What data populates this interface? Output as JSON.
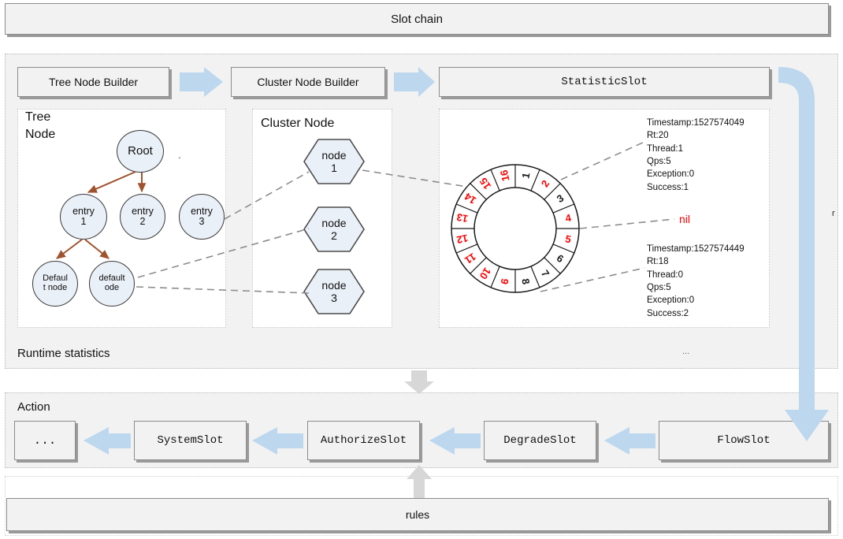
{
  "header": {
    "title": "Slot chain"
  },
  "pipeline": {
    "builders": [
      {
        "label": "Tree Node Builder"
      },
      {
        "label": "Cluster Node Builder"
      },
      {
        "label": "StatisticSlot"
      }
    ]
  },
  "runtime": {
    "section_label": "Runtime statistics",
    "ellipsis": "...",
    "tree": {
      "title_line1": "Tree",
      "title_line2": "Node",
      "dot": ".",
      "nodes": [
        {
          "id": "root",
          "line1": "Root",
          "line2": ""
        },
        {
          "id": "entry1",
          "line1": "entry",
          "line2": "1"
        },
        {
          "id": "entry2",
          "line1": "entry",
          "line2": "2"
        },
        {
          "id": "entry3",
          "line1": "entry",
          "line2": "3"
        },
        {
          "id": "defaultnode1",
          "line1": "Defaul",
          "line2": "t node"
        },
        {
          "id": "defaultnode2",
          "line1": "default",
          "line2": "ode"
        }
      ]
    },
    "cluster": {
      "title": "Cluster Node",
      "nodes": [
        {
          "line1": "node",
          "line2": "1"
        },
        {
          "line1": "node",
          "line2": "2"
        },
        {
          "line1": "node",
          "line2": "3"
        }
      ]
    },
    "ring": {
      "segments": [
        {
          "label": "1",
          "color": "#1a1a1a"
        },
        {
          "label": "2",
          "color": "#ff0000"
        },
        {
          "label": "3",
          "color": "#1a1a1a"
        },
        {
          "label": "4",
          "color": "#ff0000"
        },
        {
          "label": "5",
          "color": "#ff0000"
        },
        {
          "label": "6",
          "color": "#1a1a1a"
        },
        {
          "label": "7",
          "color": "#1a1a1a"
        },
        {
          "label": "8",
          "color": "#1a1a1a"
        },
        {
          "label": "9",
          "color": "#ff0000"
        },
        {
          "label": "10",
          "color": "#ff0000"
        },
        {
          "label": "11",
          "color": "#ff0000"
        },
        {
          "label": "12",
          "color": "#ff0000"
        },
        {
          "label": "13",
          "color": "#ff0000"
        },
        {
          "label": "14",
          "color": "#ff0000"
        },
        {
          "label": "15",
          "color": "#ff0000"
        },
        {
          "label": "16",
          "color": "#ff0000"
        }
      ]
    },
    "stats_top": "Timestamp:1527574049\nRt:20\nThread:1\nQps:5\nException:0\nSuccess:1",
    "stats_bottom": "Timestamp:1527574449\nRt:18\nThread:0\nQps:5\nException:0\nSuccess:2",
    "nil_label": "nil",
    "side_marker": "r"
  },
  "action": {
    "section_label": "Action",
    "slots": [
      {
        "label": "..."
      },
      {
        "label": "SystemSlot"
      },
      {
        "label": "AuthorizeSlot"
      },
      {
        "label": "DegradeSlot"
      },
      {
        "label": "FlowSlot"
      }
    ]
  },
  "footer": {
    "label": "rules"
  },
  "colors": {
    "arrow_blue": "#bcd7ee",
    "arrow_grey": "#d2d2d2",
    "tree_arrow": "#a0522d",
    "dashed": "#8d8d8d",
    "box_fill": "#f2f2f2",
    "red": "#ff0000"
  }
}
